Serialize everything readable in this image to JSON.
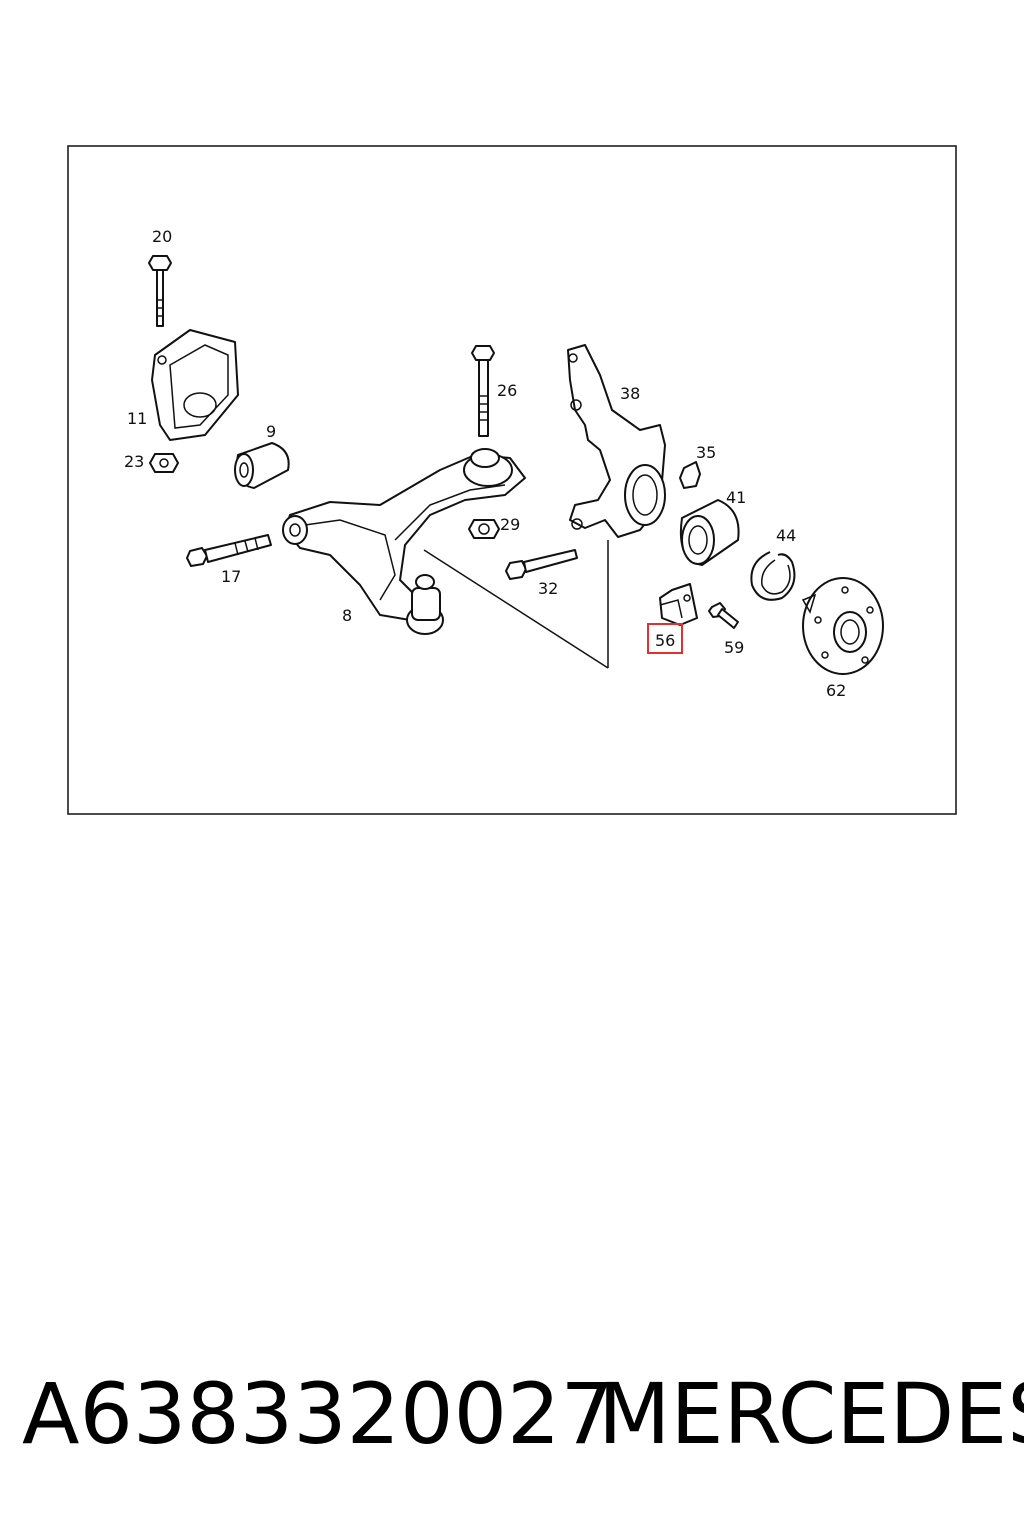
{
  "diagram": {
    "labels": {
      "p20": "20",
      "p11": "11",
      "p23": "23",
      "p9": "9",
      "p26": "26",
      "p38": "38",
      "p35": "35",
      "p41": "41",
      "p44": "44",
      "p29": "29",
      "p17": "17",
      "p32": "32",
      "p8": "8",
      "p56": "56",
      "p59": "59",
      "p62": "62"
    },
    "highlight_color": "#e03030",
    "highlighted_part": "56"
  },
  "footer": {
    "part_number": "A6383320027",
    "brand": "MERCEDES"
  }
}
